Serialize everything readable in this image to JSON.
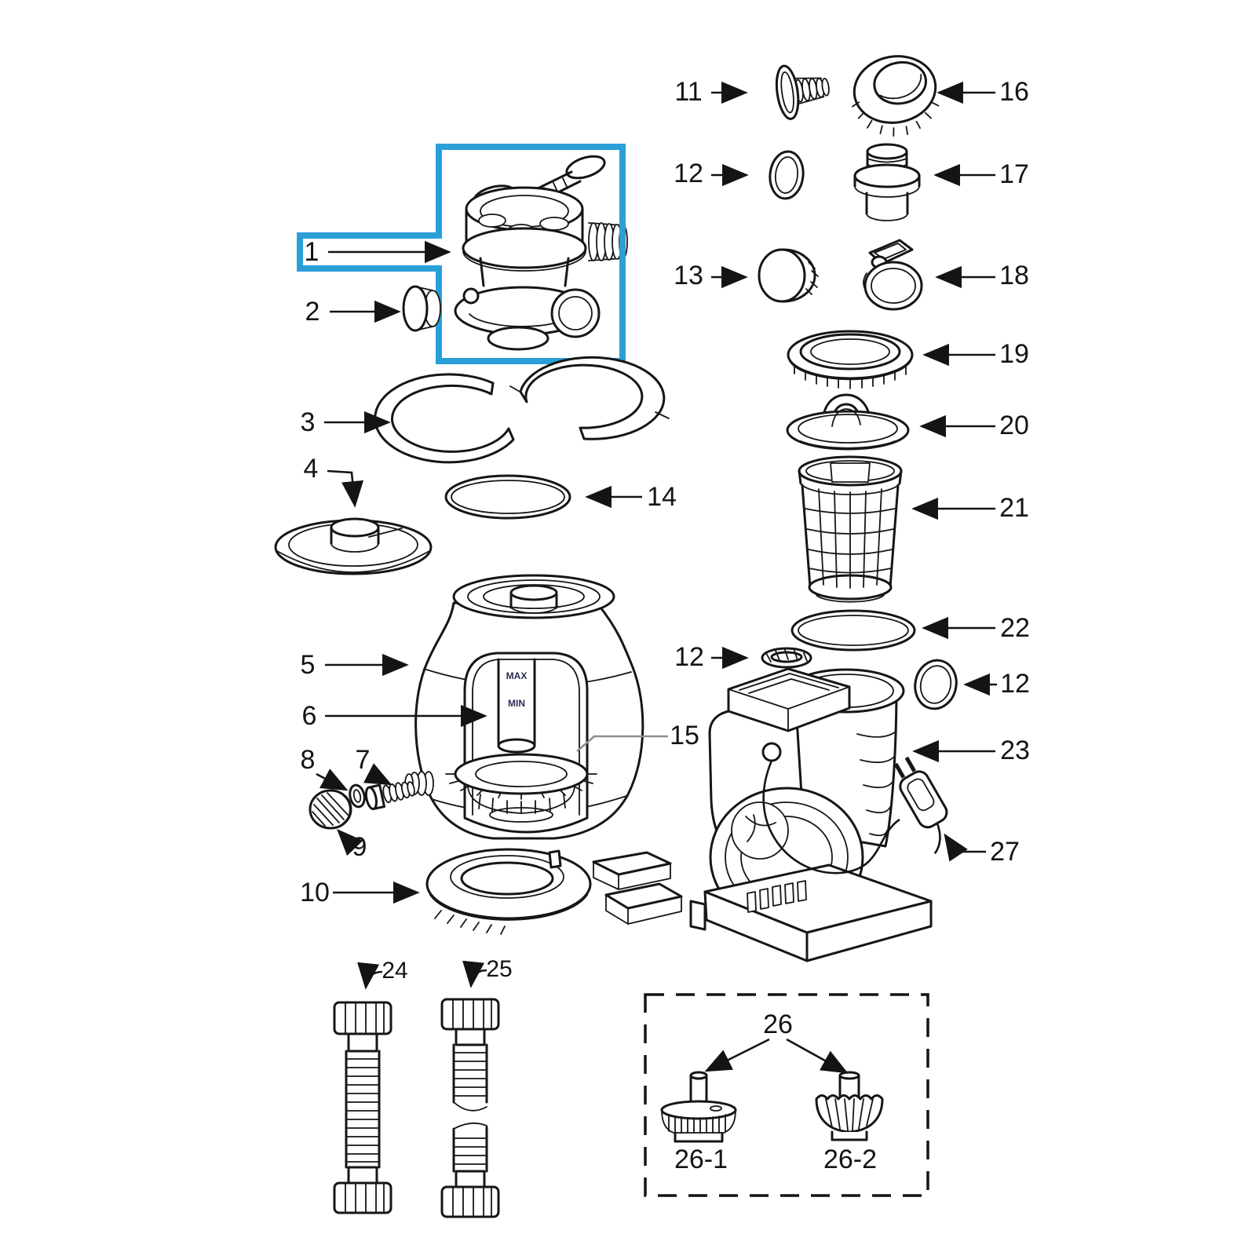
{
  "figure": {
    "background": "#ffffff",
    "line_color": "#161616",
    "leader_gray": "#8f8f8f",
    "highlight_color": "#2a9fd8"
  },
  "tank_markings": {
    "max": "MAX",
    "min": "MIN"
  },
  "callouts": {
    "c1": "1",
    "c2": "2",
    "c3": "3",
    "c4": "4",
    "c5": "5",
    "c6": "6",
    "c7": "7",
    "c8": "8",
    "c9": "9",
    "c10": "10",
    "c11": "11",
    "c12a": "12",
    "c12b": "12",
    "c12c": "12",
    "c13": "13",
    "c14": "14",
    "c15": "15",
    "c16": "16",
    "c17": "17",
    "c18": "18",
    "c19": "19",
    "c20": "20",
    "c21": "21",
    "c22": "22",
    "c23": "23",
    "c24": "24",
    "c25": "25",
    "c26": "26",
    "c26_1": "26-1",
    "c26_2": "26-2",
    "c27": "27"
  }
}
